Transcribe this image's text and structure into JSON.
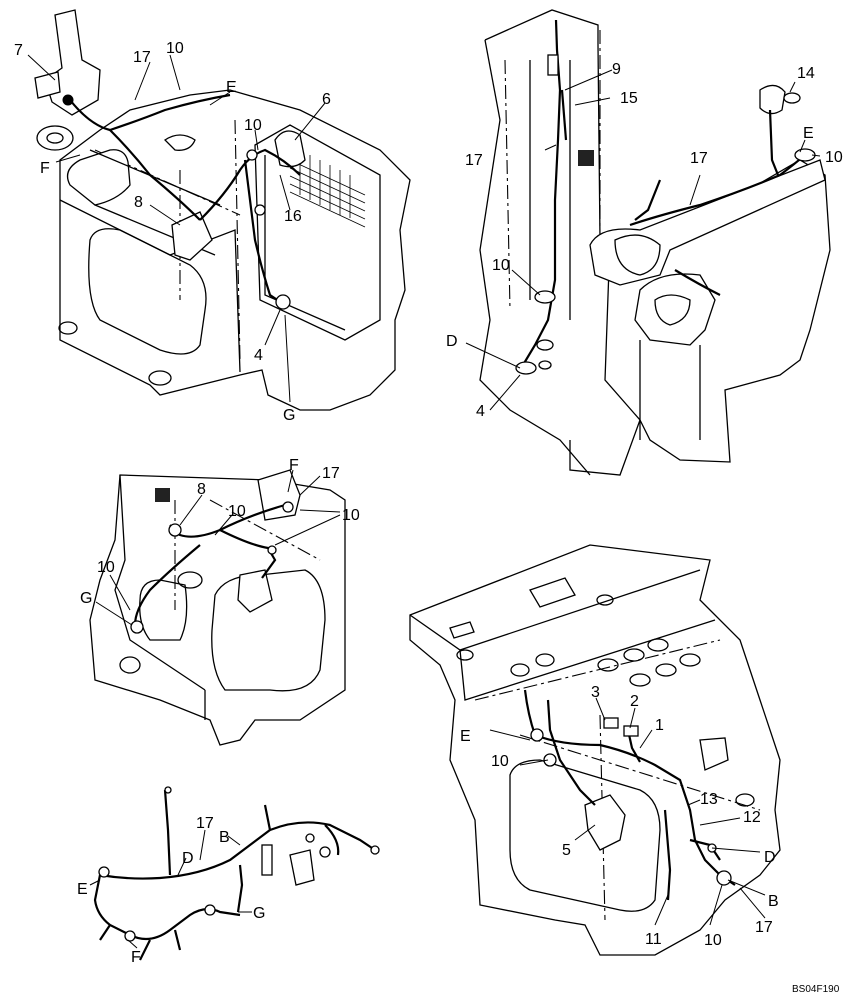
{
  "figure_code": "BS04F190",
  "panels": {
    "top_left": {
      "callouts": [
        {
          "id": "tl-7",
          "text": "7"
        },
        {
          "id": "tl-17",
          "text": "17"
        },
        {
          "id": "tl-10a",
          "text": "10"
        },
        {
          "id": "tl-E",
          "text": "E"
        },
        {
          "id": "tl-6",
          "text": "6"
        },
        {
          "id": "tl-F",
          "text": "F"
        },
        {
          "id": "tl-10b",
          "text": "10"
        },
        {
          "id": "tl-8",
          "text": "8"
        },
        {
          "id": "tl-16",
          "text": "16"
        },
        {
          "id": "tl-4",
          "text": "4"
        },
        {
          "id": "tl-G",
          "text": "G"
        }
      ]
    },
    "top_right": {
      "callouts": [
        {
          "id": "tr-9",
          "text": "9"
        },
        {
          "id": "tr-14",
          "text": "14"
        },
        {
          "id": "tr-15",
          "text": "15"
        },
        {
          "id": "tr-E",
          "text": "E"
        },
        {
          "id": "tr-17a",
          "text": "17"
        },
        {
          "id": "tr-17b",
          "text": "17"
        },
        {
          "id": "tr-10a",
          "text": "10"
        },
        {
          "id": "tr-10b",
          "text": "10"
        },
        {
          "id": "tr-D",
          "text": "D"
        },
        {
          "id": "tr-4",
          "text": "4"
        }
      ]
    },
    "middle_left": {
      "callouts": [
        {
          "id": "ml-F",
          "text": "F"
        },
        {
          "id": "ml-17",
          "text": "17"
        },
        {
          "id": "ml-8",
          "text": "8"
        },
        {
          "id": "ml-10a",
          "text": "10"
        },
        {
          "id": "ml-10b",
          "text": "10"
        },
        {
          "id": "ml-10c",
          "text": "10"
        },
        {
          "id": "ml-G",
          "text": "G"
        }
      ]
    },
    "bottom_left": {
      "callouts": [
        {
          "id": "bl-17",
          "text": "17"
        },
        {
          "id": "bl-B",
          "text": "B"
        },
        {
          "id": "bl-D",
          "text": "D"
        },
        {
          "id": "bl-E",
          "text": "E"
        },
        {
          "id": "bl-G",
          "text": "G"
        },
        {
          "id": "bl-F",
          "text": "F"
        }
      ]
    },
    "bottom_right": {
      "callouts": [
        {
          "id": "br-3",
          "text": "3"
        },
        {
          "id": "br-2",
          "text": "2"
        },
        {
          "id": "br-E",
          "text": "E"
        },
        {
          "id": "br-1",
          "text": "1"
        },
        {
          "id": "br-10a",
          "text": "10"
        },
        {
          "id": "br-13",
          "text": "13"
        },
        {
          "id": "br-12",
          "text": "12"
        },
        {
          "id": "br-5",
          "text": "5"
        },
        {
          "id": "br-D",
          "text": "D"
        },
        {
          "id": "br-B",
          "text": "B"
        },
        {
          "id": "br-11",
          "text": "11"
        },
        {
          "id": "br-10b",
          "text": "10"
        },
        {
          "id": "br-17",
          "text": "17"
        }
      ]
    }
  }
}
